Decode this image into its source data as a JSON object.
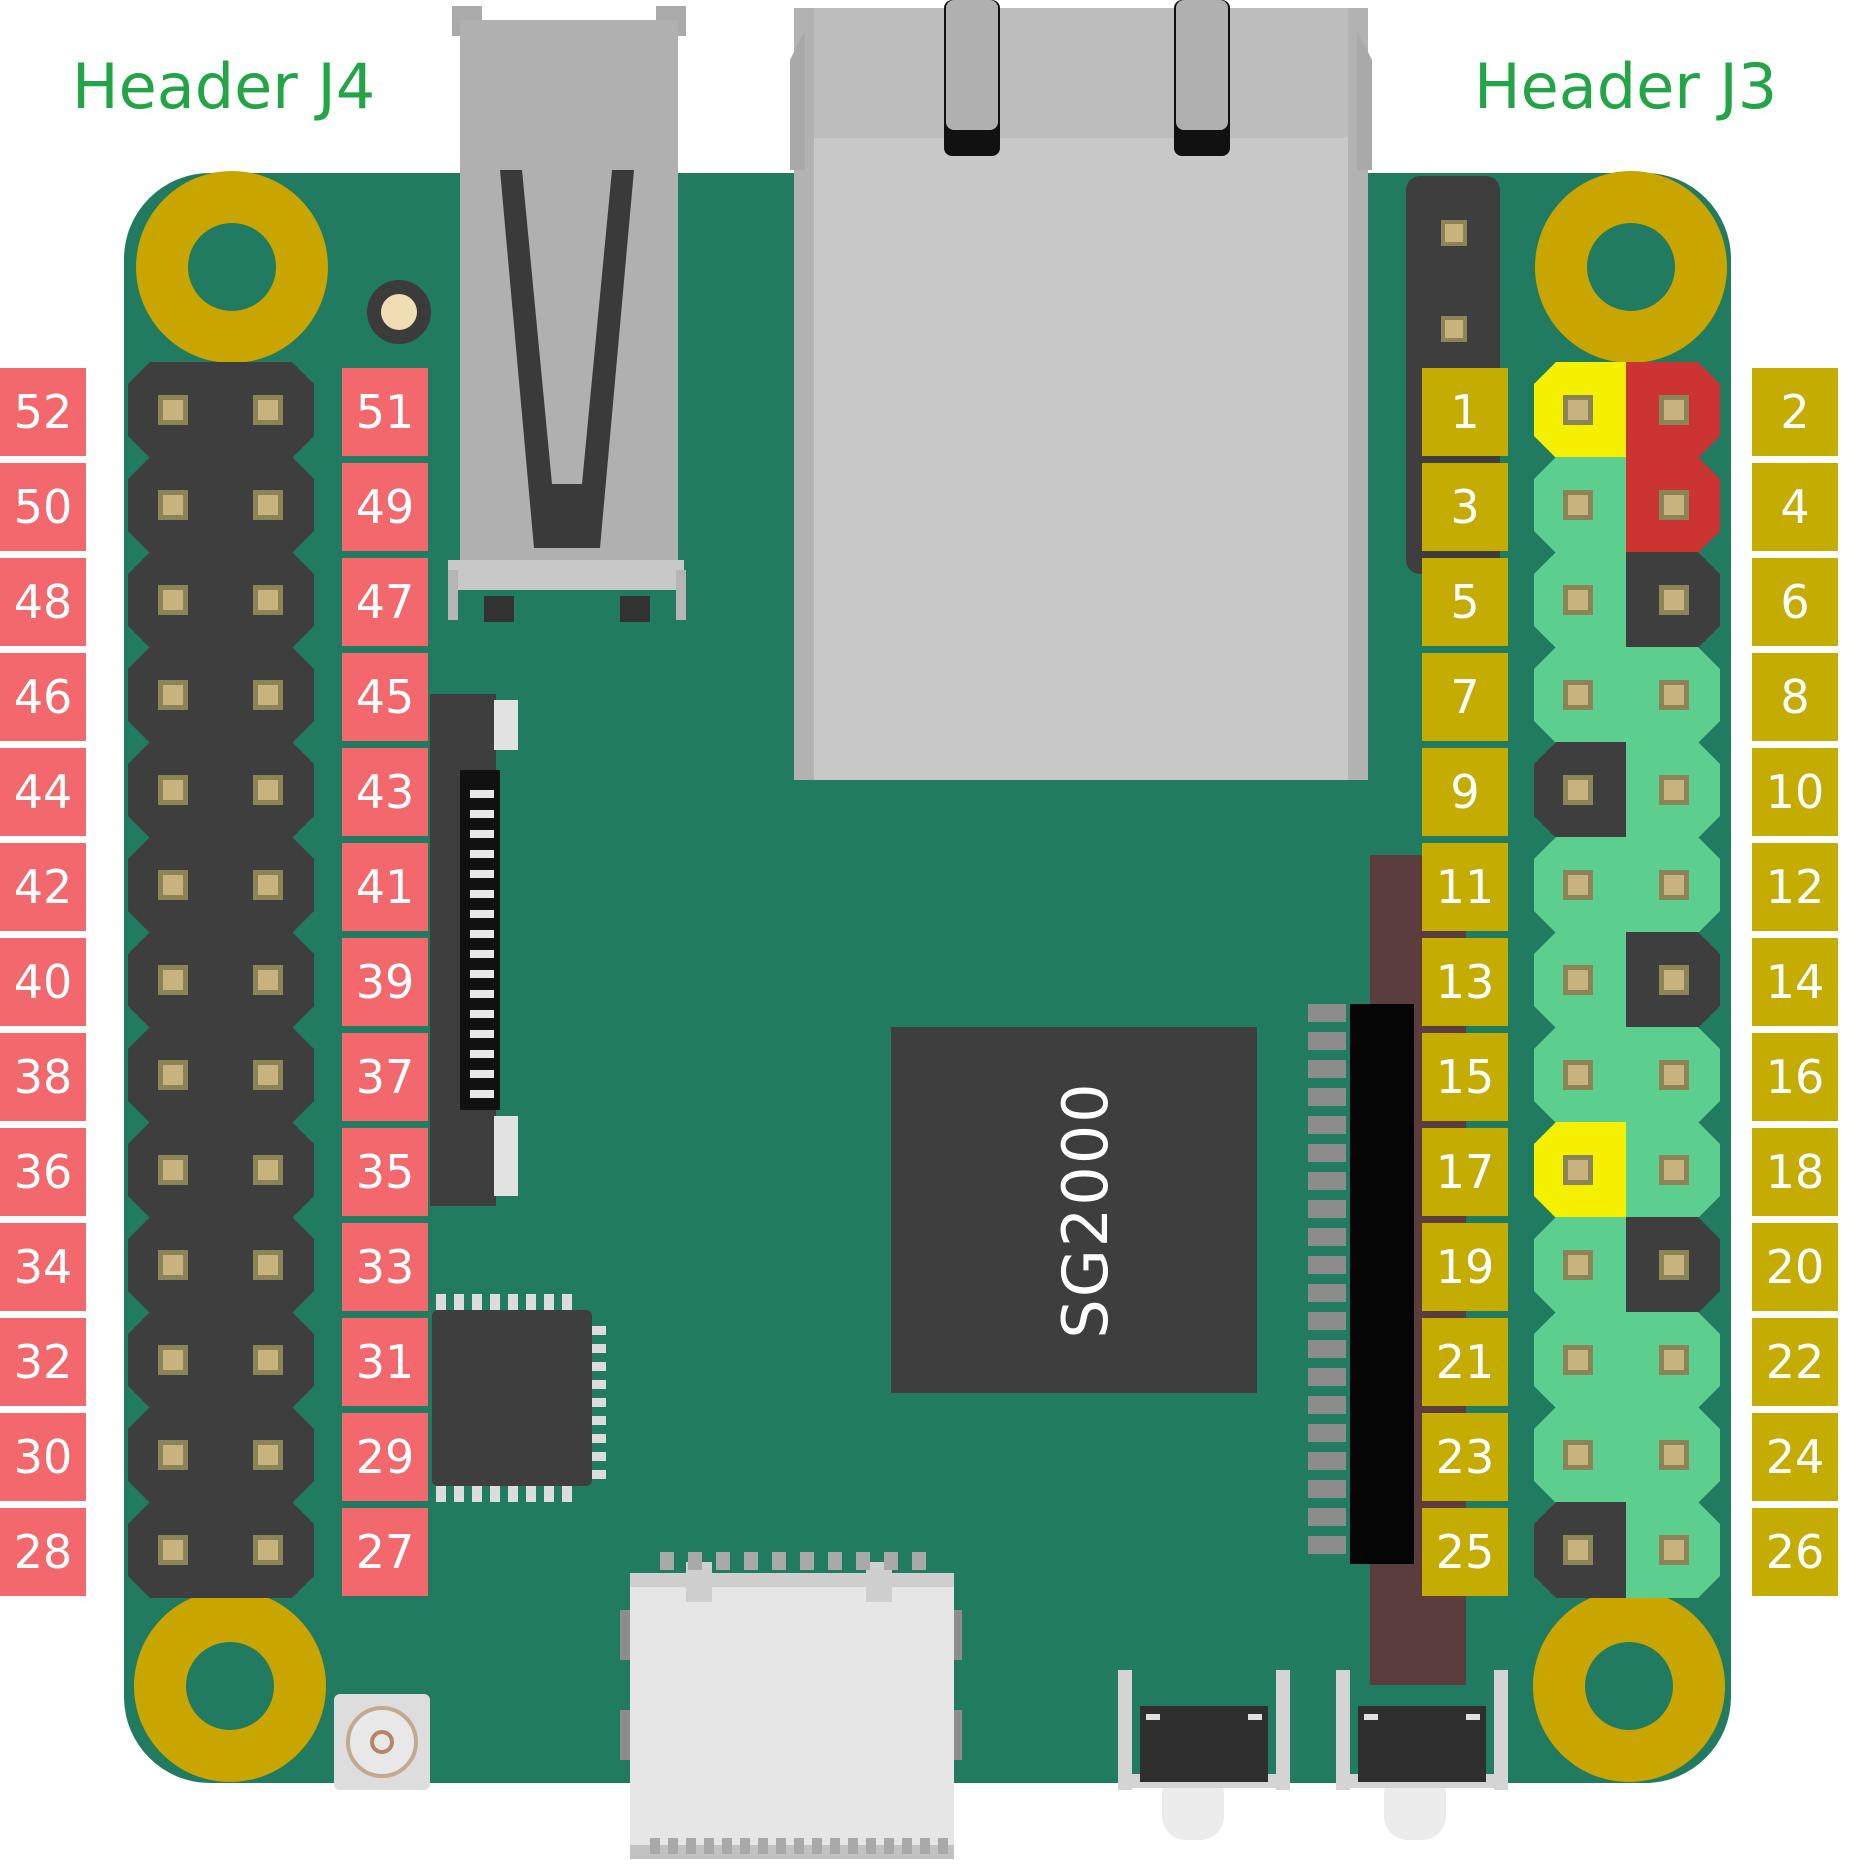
{
  "headers": {
    "j4": {
      "title": "Header J4"
    },
    "j3": {
      "title": "Header J3"
    }
  },
  "chip": {
    "label": "SG2000"
  },
  "colors": {
    "title_green": "#22a447",
    "board": "#207b60",
    "mounting_hole": "#c9a500",
    "j4_label_bg": "#f2686c",
    "j3_label_bg": "#c4ad00",
    "header_body": "#3e3e3e",
    "pin_square": "#c8b37e",
    "gpio_green": "#5ccf8e",
    "power_red": "#cc3333",
    "highlight_yellow": "#f5f000",
    "chip": "#3e3e3e",
    "connector_grey": "#c8c8c8"
  },
  "j4": {
    "left_labels": [
      "52",
      "50",
      "48",
      "46",
      "44",
      "42",
      "40",
      "38",
      "36",
      "34",
      "32",
      "30",
      "28"
    ],
    "right_labels": [
      "51",
      "49",
      "47",
      "45",
      "43",
      "41",
      "39",
      "37",
      "35",
      "33",
      "31",
      "29",
      "27"
    ]
  },
  "j3": {
    "odd_labels": [
      "1",
      "3",
      "5",
      "7",
      "9",
      "11",
      "13",
      "15",
      "17",
      "19",
      "21",
      "23",
      "25"
    ],
    "even_labels": [
      "2",
      "4",
      "6",
      "8",
      "10",
      "12",
      "14",
      "16",
      "18",
      "20",
      "22",
      "24",
      "26"
    ],
    "odd_pin_colors": [
      "yellow",
      "green",
      "green",
      "green",
      "dark",
      "green",
      "green",
      "green",
      "yellow",
      "green",
      "green",
      "green",
      "dark"
    ],
    "even_pin_colors": [
      "red",
      "red",
      "dark",
      "green",
      "green",
      "green",
      "dark",
      "green",
      "green",
      "dark",
      "green",
      "green",
      "green"
    ]
  }
}
